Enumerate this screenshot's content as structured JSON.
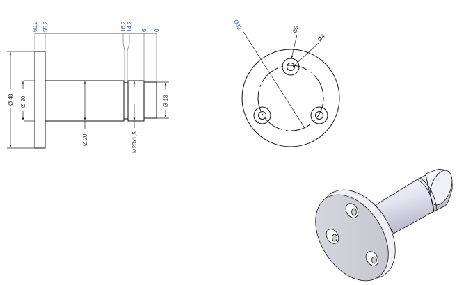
{
  "side_view": {
    "ordinates": [
      "60,2",
      "55,2",
      "16,2",
      "14,2",
      "6",
      "0"
    ],
    "dia_flange": "Ø 48",
    "dia_hub": "Ø 20",
    "dia_shaft": "Ø 20",
    "thread": "M20x1,5",
    "dia_end": "Ø 18"
  },
  "front_view": {
    "dia_bolt_circle": "Ø32",
    "dia_counterbore": "Ø9",
    "dia_hole": "Ø4"
  },
  "colors": {
    "line": "#111111",
    "dim_text": "#333333",
    "accent": "#3a5a9a"
  }
}
